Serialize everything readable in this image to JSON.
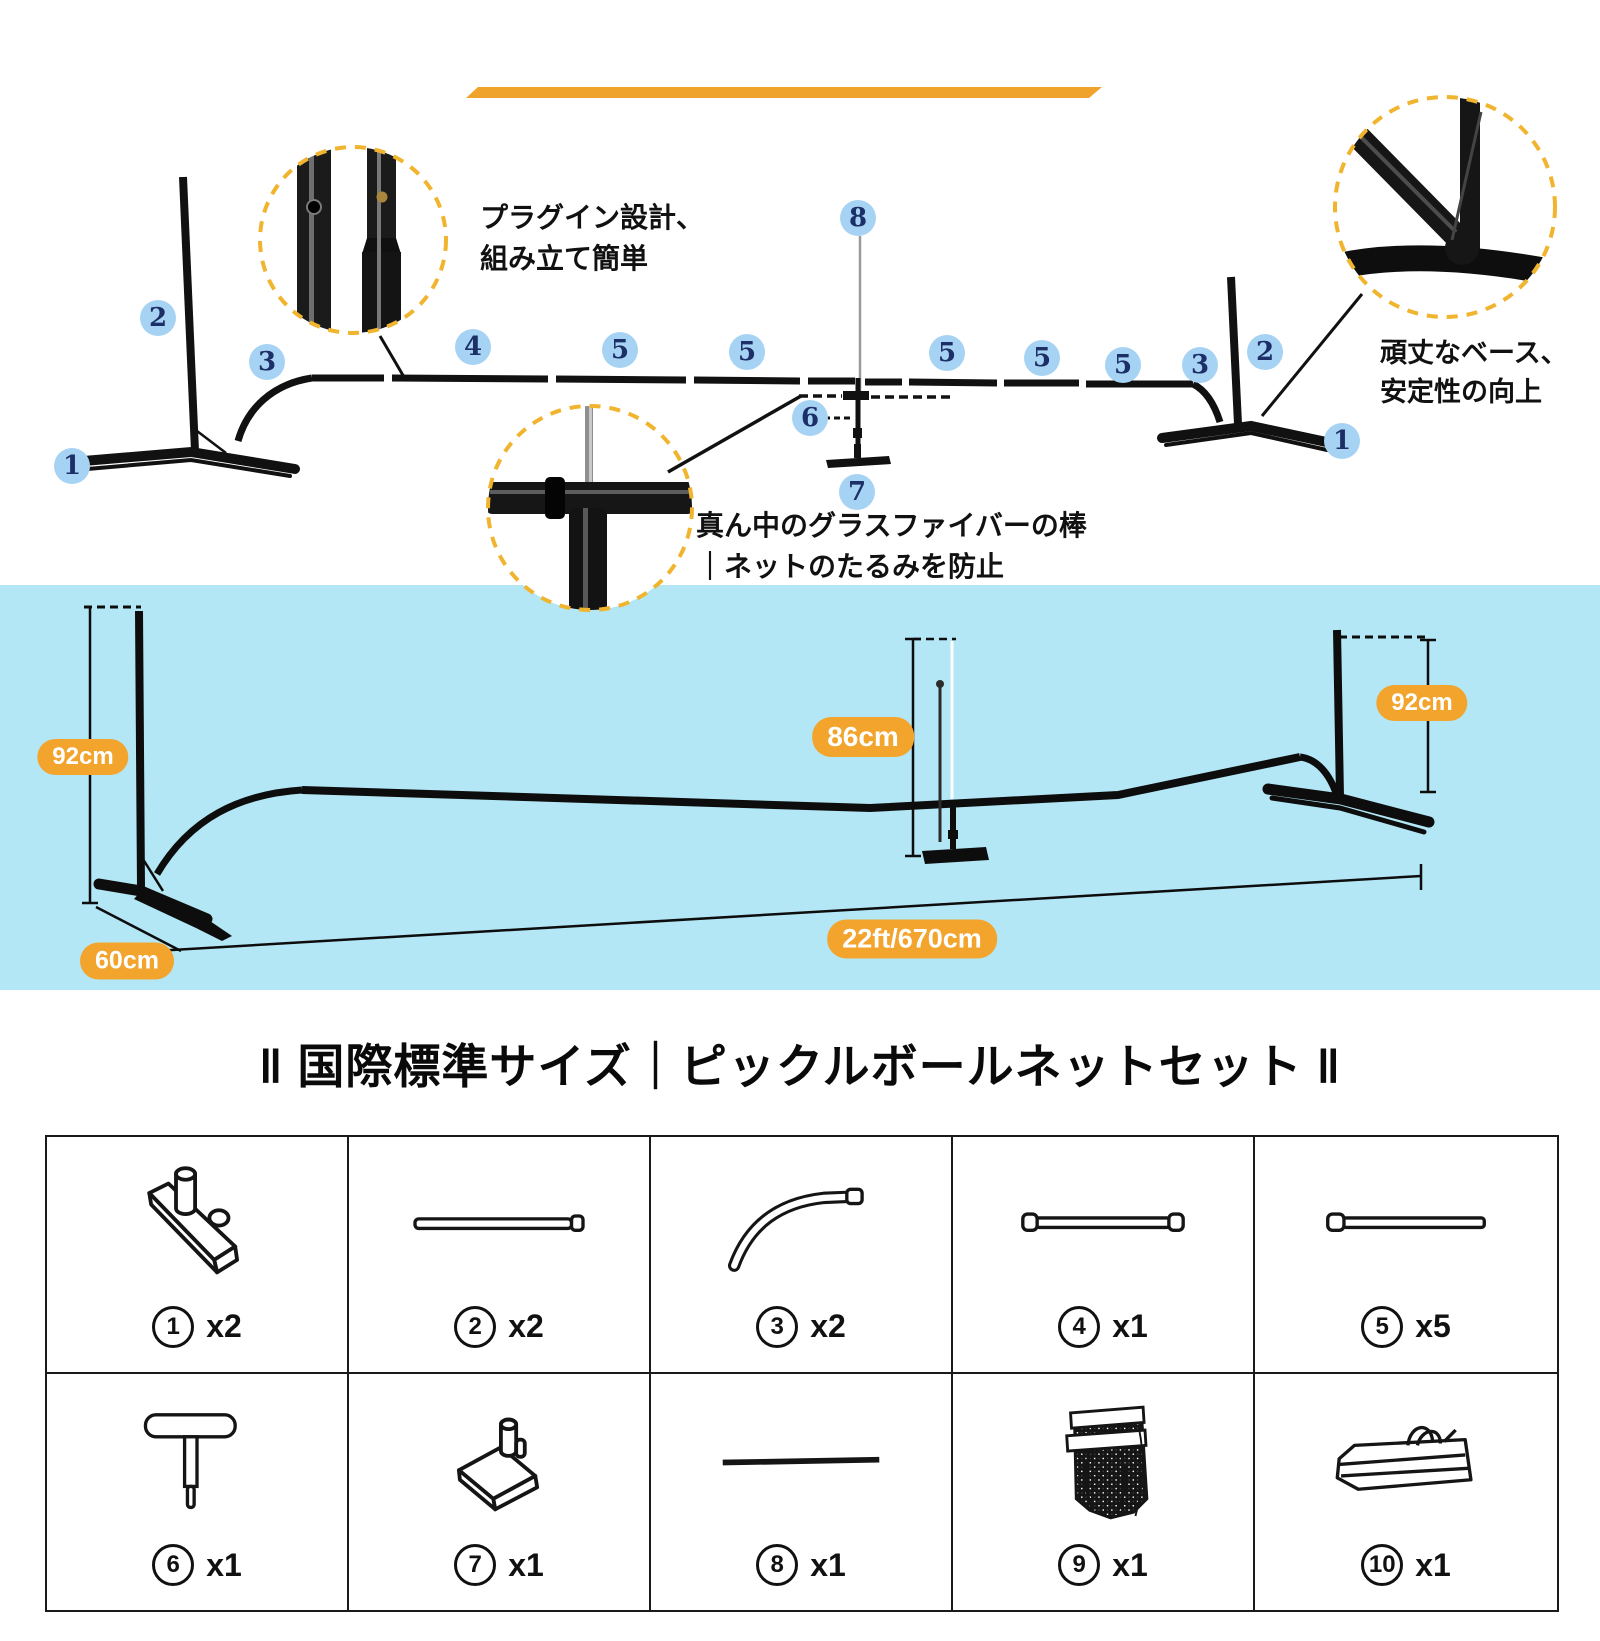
{
  "title": "‖ 国際標準サイズ｜ピックルボールネットセット ‖",
  "annotations": {
    "plug_in_line1": "プラグイン設計、",
    "plug_in_line2": "組み立て簡単",
    "sturdy_line1": "頑丈なベース、",
    "sturdy_line2": "安定性の向上",
    "center_rod_line1": "真ん中のグラスファイバーの棒",
    "center_rod_line2": "｜ネットのたるみを防止"
  },
  "markers": [
    "1",
    "2",
    "3",
    "4",
    "5",
    "5",
    "8",
    "5",
    "5",
    "5",
    "3",
    "2",
    "1",
    "6",
    "7"
  ],
  "dimension_labels": [
    "92cm",
    "86cm",
    "92cm",
    "60cm",
    "22ft/670cm"
  ],
  "parts": [
    {
      "num": "1",
      "qty": "x2"
    },
    {
      "num": "2",
      "qty": "x2"
    },
    {
      "num": "3",
      "qty": "x2"
    },
    {
      "num": "4",
      "qty": "x1"
    },
    {
      "num": "5",
      "qty": "x5"
    },
    {
      "num": "6",
      "qty": "x1"
    },
    {
      "num": "7",
      "qty": "x1"
    },
    {
      "num": "8",
      "qty": "x1"
    },
    {
      "num": "9",
      "qty": "x1"
    },
    {
      "num": "10",
      "qty": "x1"
    }
  ],
  "colors": {
    "accent_orange": "#F2A42D",
    "marker_blue": "#A6D3F3",
    "marker_text_navy": "#1C2F66",
    "band_cyan": "#B3E7F6",
    "callout_dash_yellow": "#F1B42E",
    "line_black": "#111111"
  }
}
